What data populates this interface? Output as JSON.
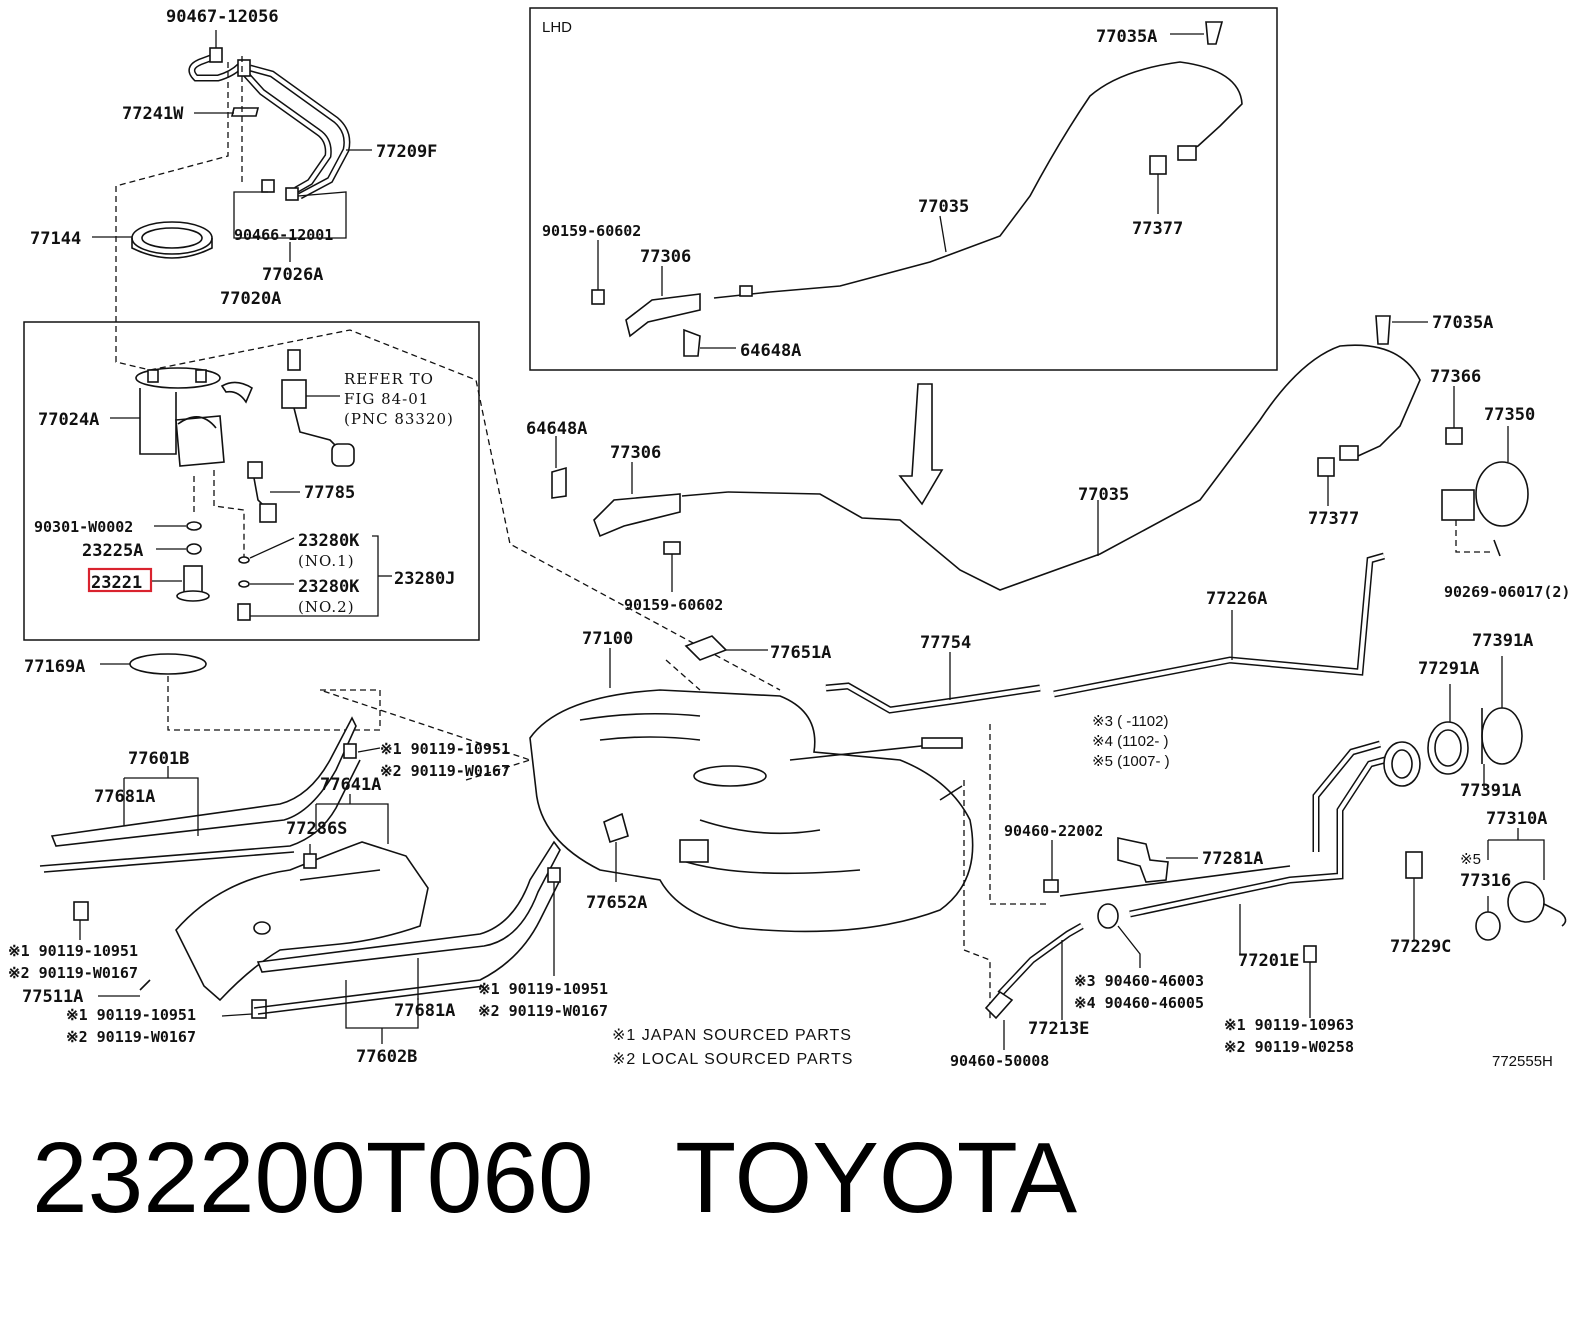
{
  "callouts": [
    {
      "id": "c1",
      "text": "90467-12056"
    },
    {
      "id": "c2",
      "text": "77241W"
    },
    {
      "id": "c3",
      "text": "77209F"
    },
    {
      "id": "c4",
      "text": "77144"
    },
    {
      "id": "c5",
      "text": "90466-12001"
    },
    {
      "id": "c6",
      "text": "77026A"
    },
    {
      "id": "c7",
      "text": "77020A"
    },
    {
      "id": "c8",
      "text": "77024A"
    },
    {
      "id": "c9",
      "text": "REFER TO"
    },
    {
      "id": "c10",
      "text": "FIG 84-01"
    },
    {
      "id": "c11",
      "text": "(PNC 83320)"
    },
    {
      "id": "c12",
      "text": "77785"
    },
    {
      "id": "c13",
      "text": "90301-W0002"
    },
    {
      "id": "c14",
      "text": "23225A"
    },
    {
      "id": "c15",
      "text": "23221"
    },
    {
      "id": "c16",
      "text": "23280K"
    },
    {
      "id": "c17",
      "text": "(NO.1)"
    },
    {
      "id": "c18",
      "text": "23280J"
    },
    {
      "id": "c19",
      "text": "23280K"
    },
    {
      "id": "c20",
      "text": "(NO.2)"
    },
    {
      "id": "c21",
      "text": "LHD"
    },
    {
      "id": "c22",
      "text": "77035A"
    },
    {
      "id": "c23",
      "text": "77035"
    },
    {
      "id": "c24",
      "text": "77377"
    },
    {
      "id": "c25",
      "text": "90159-60602"
    },
    {
      "id": "c26",
      "text": "77306"
    },
    {
      "id": "c27",
      "text": "64648A"
    },
    {
      "id": "c28",
      "text": "77035A"
    },
    {
      "id": "c29",
      "text": "77366"
    },
    {
      "id": "c30",
      "text": "77350"
    },
    {
      "id": "c31",
      "text": "64648A"
    },
    {
      "id": "c32",
      "text": "77306"
    },
    {
      "id": "c33",
      "text": "77035"
    },
    {
      "id": "c34",
      "text": "77377"
    },
    {
      "id": "c35",
      "text": "90159-60602"
    },
    {
      "id": "c36",
      "text": "90269-06017(2)"
    },
    {
      "id": "c37",
      "text": "77226A"
    },
    {
      "id": "c38",
      "text": "77100"
    },
    {
      "id": "c39",
      "text": "77651A"
    },
    {
      "id": "c40",
      "text": "77754"
    },
    {
      "id": "c41",
      "text": "77391A"
    },
    {
      "id": "c42",
      "text": "77291A"
    },
    {
      "id": "c43",
      "text": "77169A"
    },
    {
      "id": "c44",
      "text": "77601B"
    },
    {
      "id": "c45",
      "text": "※1 90119-10951"
    },
    {
      "id": "c46",
      "text": "※2 90119-W0167"
    },
    {
      "id": "c47",
      "text": "77641A"
    },
    {
      "id": "c48",
      "text": "77681A"
    },
    {
      "id": "c49",
      "text": "77286S"
    },
    {
      "id": "c50",
      "text": "※3 (    -1102)"
    },
    {
      "id": "c51",
      "text": "※4 (1102-     )"
    },
    {
      "id": "c52",
      "text": "※5 (1007-     )"
    },
    {
      "id": "c53",
      "text": "77391A"
    },
    {
      "id": "c54",
      "text": "77310A"
    },
    {
      "id": "c55",
      "text": "90460-22002"
    },
    {
      "id": "c56",
      "text": "77281A"
    },
    {
      "id": "c57",
      "text": "※5"
    },
    {
      "id": "c58",
      "text": "77316"
    },
    {
      "id": "c59",
      "text": "77652A"
    },
    {
      "id": "c60",
      "text": "※1 90119-10951"
    },
    {
      "id": "c61",
      "text": "※2 90119-W0167"
    },
    {
      "id": "c62",
      "text": "77201E"
    },
    {
      "id": "c63",
      "text": "77229C"
    },
    {
      "id": "c64",
      "text": "77511A"
    },
    {
      "id": "c65",
      "text": "※1 90119-10951"
    },
    {
      "id": "c66",
      "text": "※2 90119-W0167"
    },
    {
      "id": "c67",
      "text": "※1 90119-10951"
    },
    {
      "id": "c68",
      "text": "※2 90119-W0167"
    },
    {
      "id": "c69",
      "text": "77681A"
    },
    {
      "id": "c70",
      "text": "※3 90460-46003"
    },
    {
      "id": "c71",
      "text": "※4 90460-46005"
    },
    {
      "id": "c72",
      "text": "77213E"
    },
    {
      "id": "c73",
      "text": "※1 90119-10963"
    },
    {
      "id": "c74",
      "text": "※2 90119-W0258"
    },
    {
      "id": "c75",
      "text": "77602B"
    },
    {
      "id": "c76",
      "text": "90460-50008"
    },
    {
      "id": "c77",
      "text": "※1 JAPAN SOURCED PARTS"
    },
    {
      "id": "c78",
      "text": "※2 LOCAL SOURCED PARTS"
    },
    {
      "id": "c79",
      "text": "772555H"
    }
  ],
  "highlight": {
    "part": "23221",
    "color": "#d9232e"
  },
  "caption": {
    "part_number": "232200T060",
    "brand": "TOYOTA"
  }
}
